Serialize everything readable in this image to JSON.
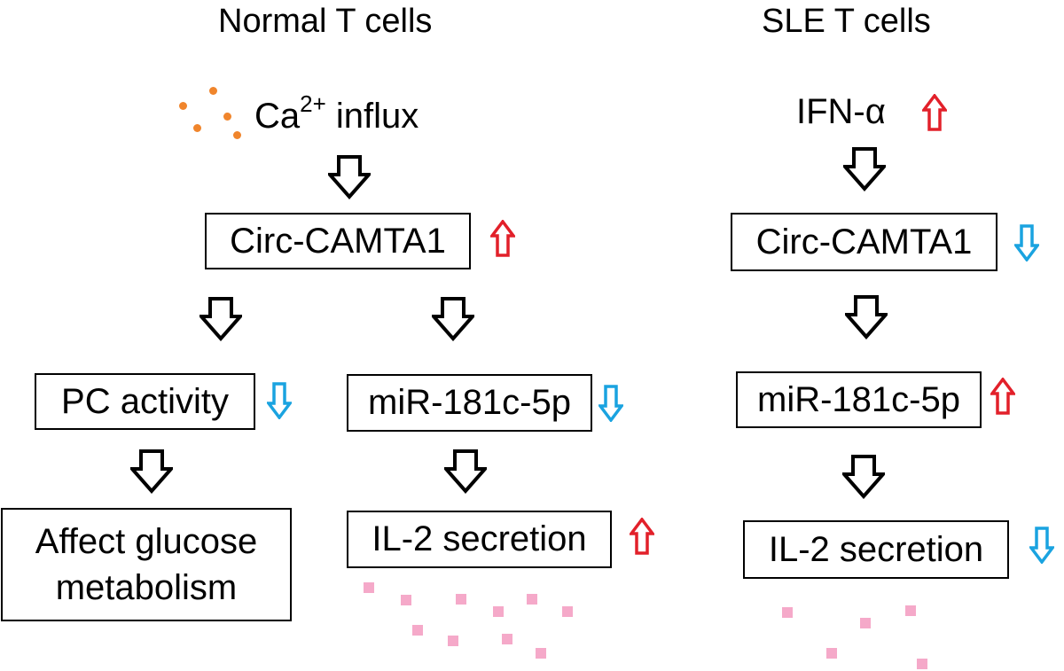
{
  "colors": {
    "up_arrow": "#e2202a",
    "down_arrow": "#1aa3e0",
    "flow_arrow": "#000000",
    "calcium_dots": "#f0852c",
    "il2_squares": "#f5a9c9"
  },
  "normal": {
    "title": "Normal T cells",
    "trigger": {
      "base": "Ca",
      "sup": "2+",
      "rest": " influx"
    },
    "circ": "Circ-CAMTA1",
    "pc": "PC activity",
    "glucose_line1": "Affect glucose",
    "glucose_line2": "metabolism",
    "mir": "miR-181c-5p",
    "il2": "IL-2 secretion"
  },
  "sle": {
    "title": "SLE T cells",
    "trigger": "IFN-α",
    "circ": "Circ-CAMTA1",
    "mir": "miR-181c-5p",
    "il2": "IL-2 secretion"
  },
  "icons": [
    "down-flow-arrow-icon",
    "up-arrow-icon",
    "down-arrow-icon",
    "calcium-dot-icon",
    "il2-square-icon"
  ]
}
